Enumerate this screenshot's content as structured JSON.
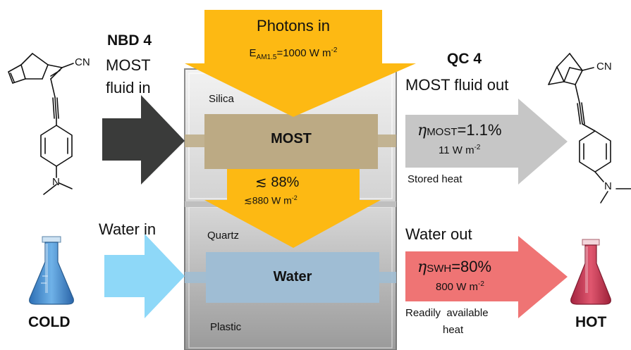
{
  "photons": {
    "title": "Photons in",
    "irradiance_prefix": "E",
    "irradiance_sub": "AM1.5",
    "irradiance_value": "=1000 W m",
    "irradiance_sup": "-2"
  },
  "left_top": {
    "compound": "NBD 4",
    "line1": "MOST",
    "line2": "fluid in",
    "substituent_cn": "CN",
    "substituent_n": "N"
  },
  "right_top": {
    "compound": "QC 4",
    "line1": "MOST fluid out",
    "substituent_cn": "CN",
    "substituent_n": "N"
  },
  "device": {
    "layer_top": "Silica",
    "channel_top": "MOST",
    "layer_mid": "Quartz",
    "channel_bottom": "Water",
    "layer_bottom": "Plastic"
  },
  "transmission": {
    "percent": "≲ 88%",
    "power_value": "≲880 W m",
    "power_sup": "-2"
  },
  "most_out": {
    "eta_symbol": "η",
    "eta_sub": "MOST",
    "eta_value": "=1.1%",
    "power_value": "11 W m",
    "power_sup": "-2",
    "note": "Stored heat"
  },
  "water_in": {
    "label": "Water in",
    "temp_label": "COLD"
  },
  "water_out": {
    "label": "Water out",
    "eta_symbol": "η",
    "eta_sub": "SWH",
    "eta_value": "=80%",
    "power_value": "800 W m",
    "power_sup": "-2",
    "note_line1": "Readily  available",
    "note_line2": "heat",
    "temp_label": "HOT"
  },
  "colors": {
    "photon_arrow": "#FDB913",
    "most_channel": "#BCAA84",
    "water_channel": "#9FBDD4",
    "dark_arrow": "#3A3B3A",
    "grey_arrow": "#C6C6C6",
    "cyan_arrow": "#8ED8F8",
    "red_arrow": "#EF7474",
    "cold_liquid": "#3E86C9",
    "hot_liquid": "#C8344F"
  }
}
